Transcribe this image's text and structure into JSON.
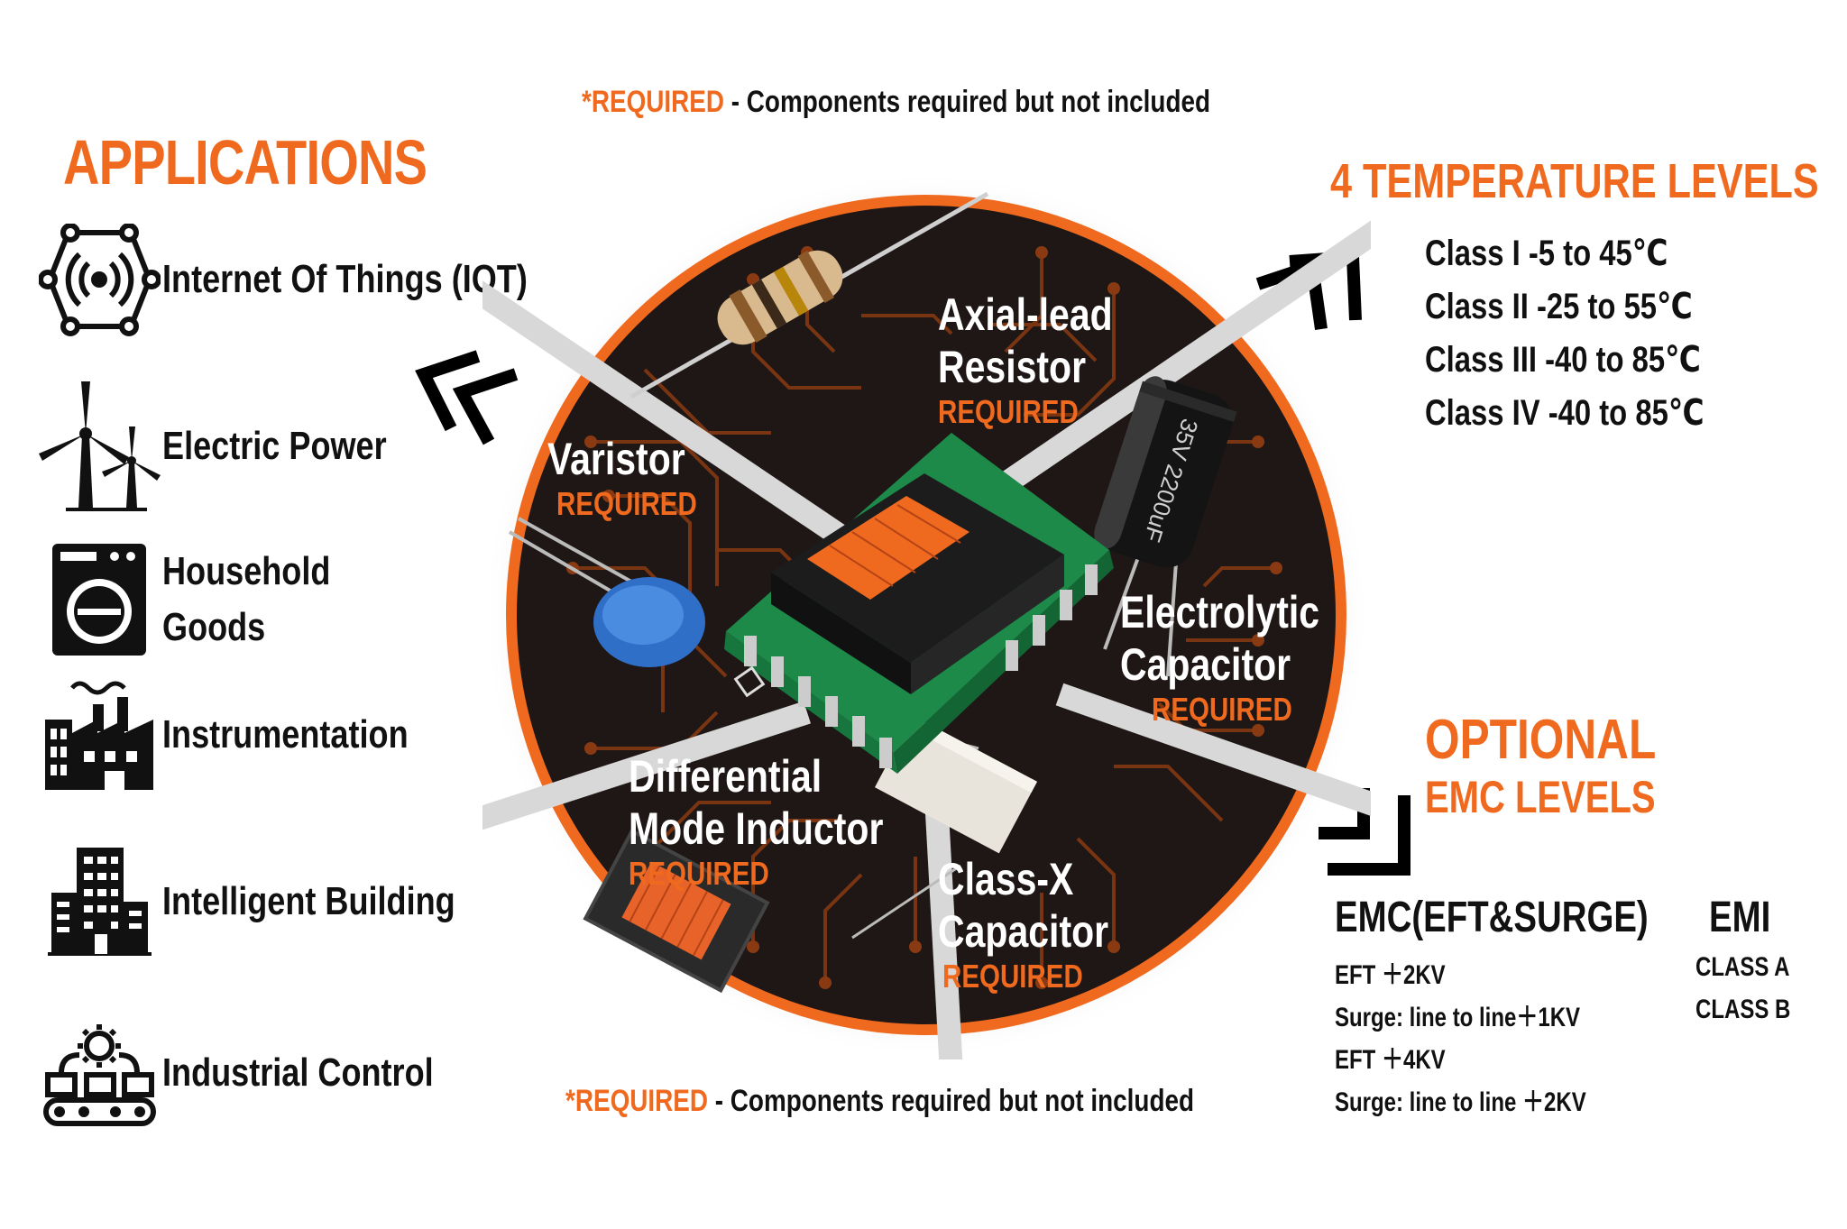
{
  "notes": {
    "top": {
      "required": "*REQUIRED",
      "rest": " - Components required but not included"
    },
    "bottom": {
      "required": "*REQUIRED",
      "rest": " - Components required but not included"
    }
  },
  "applications": {
    "title": "APPLICATIONS",
    "items": [
      {
        "label": "Internet Of Things (IOT)",
        "icon": "iot-network-icon"
      },
      {
        "label": "Electric Power",
        "icon": "wind-turbine-icon"
      },
      {
        "label": "Household Goods",
        "line1": "Household",
        "line2": "Goods",
        "icon": "washing-machine-icon"
      },
      {
        "label": "Instrumentation",
        "icon": "factory-icon"
      },
      {
        "label": "Intelligent Building",
        "icon": "building-icon"
      },
      {
        "label": "Industrial Control",
        "icon": "conveyor-gear-icon"
      }
    ]
  },
  "components": {
    "axial": {
      "line1": "Axial-lead",
      "line2": "Resistor",
      "req": "REQUIRED"
    },
    "varistor": {
      "line1": "Varistor",
      "req": "REQUIRED"
    },
    "electrolytic": {
      "line1": "Electrolytic",
      "line2": "Capacitor",
      "req": "REQUIRED"
    },
    "inductor": {
      "line1": "Differential",
      "line2": "Mode Inductor",
      "req": "REQUIRED"
    },
    "classx": {
      "line1": "Class-X",
      "line2": "Capacitor",
      "req": "REQUIRED"
    }
  },
  "temperature": {
    "title": "4 TEMPERATURE LEVELS",
    "levels": [
      "Class I  -5 to 45℃",
      "Class II  -25 to 55℃",
      "Class III  -40 to 85℃",
      "Class IV  -40 to 85℃"
    ]
  },
  "emc": {
    "title1": "OPTIONAL",
    "title2": "EMC LEVELS",
    "emc_head": "EMC(EFT&SURGE)",
    "emc_lines": [
      "EFT ＋2KV",
      "Surge: line to line＋1KV",
      "EFT ＋4KV",
      "Surge: line to line ＋2KV"
    ],
    "emi_head": "EMI",
    "emi_lines": [
      "CLASS A",
      "CLASS B"
    ]
  },
  "capacitor_print": "35V 2200uF",
  "colors": {
    "accent": "#EF6A1F",
    "disc": "#1E1715",
    "trace": "#8A3A12",
    "text": "#111111"
  }
}
